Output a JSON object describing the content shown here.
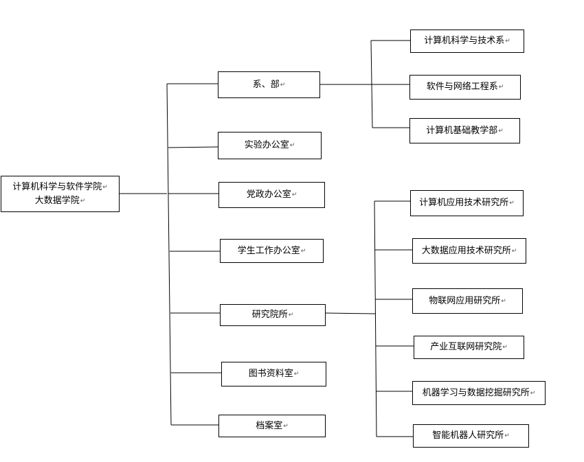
{
  "root": {
    "line1": "计算机科学与软件学院",
    "line2": "大数据学院"
  },
  "level1": {
    "departments": "系、部",
    "lab_office": "实验办公室",
    "party_office": "党政办公室",
    "student_office": "学生工作办公室",
    "institutes": "研究院所",
    "library": "图书资料室",
    "archives": "档案室"
  },
  "departments": {
    "cs": "计算机科学与技术系",
    "se": "软件与网络工程系",
    "basic": "计算机基础教学部"
  },
  "institutes": {
    "app_tech": "计算机应用技术研究所",
    "bigdata": "大数据应用技术研究所",
    "iot": "物联网应用研究所",
    "internet": "产业互联网研究院",
    "ml": "机器学习与数据挖掘研究所",
    "robot": "智能机器人研究所"
  },
  "paragraph_mark": "↵"
}
